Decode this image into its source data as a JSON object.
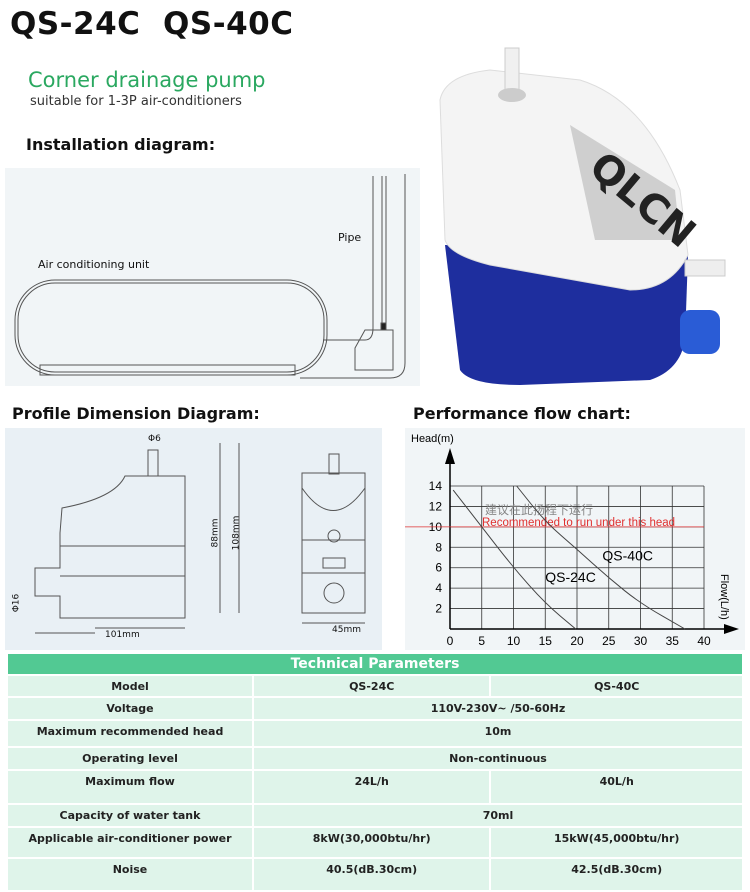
{
  "header": {
    "title": "QS-24C  QS-40C",
    "subtitle": "Corner drainage pump",
    "tagline": "suitable for 1-3P air-conditioners"
  },
  "installation": {
    "heading": "Installation diagram:",
    "pipe_label": "Pipe",
    "unit_label": "Air conditioning unit"
  },
  "product_photo": {
    "brand": "QLCN"
  },
  "profile": {
    "heading": "Profile Dimension Diagram:",
    "phi6": "Φ6",
    "phi16": "Φ16",
    "h88": "88mm",
    "h108": "108mm",
    "w101": "101mm",
    "w45": "45mm"
  },
  "performance": {
    "heading": "Performance flow chart:"
  },
  "chart_data": {
    "type": "line",
    "ylabel": "Head(m)",
    "xlabel": "Flow(L/h)",
    "xlim": [
      0,
      40
    ],
    "ylim": [
      0,
      14
    ],
    "xticks": [
      "0",
      "5",
      "10",
      "15",
      "20",
      "25",
      "30",
      "35",
      "40"
    ],
    "yticks": [
      "2",
      "4",
      "6",
      "8",
      "10",
      "12",
      "14"
    ],
    "grid": true,
    "reference_line": {
      "y": 10,
      "label_cn": "建议在此扬程下运行",
      "label_en": "Recommended to run under this head",
      "color": "#e03030"
    },
    "series": [
      {
        "name": "QS-24C",
        "x": [
          0.5,
          5,
          10,
          15,
          19.8
        ],
        "y": [
          13.6,
          10,
          6,
          2.5,
          0
        ]
      },
      {
        "name": "QS-40C",
        "x": [
          10.5,
          15,
          20,
          25,
          30,
          37
        ],
        "y": [
          14,
          10.5,
          7.8,
          5,
          2.5,
          0
        ]
      }
    ]
  },
  "table": {
    "title": "Technical Parameters",
    "rows": [
      {
        "label": "Model",
        "a": "QS-24C",
        "b": "QS-40C"
      },
      {
        "label": "Voltage",
        "v": "110V-230V~ /50-60Hz"
      },
      {
        "label": "Maximum recommended head",
        "v": "10m"
      },
      {
        "label": "Operating level",
        "v": "Non-continuous"
      },
      {
        "label": "Maximum flow",
        "a": "24L/h",
        "b": "40L/h"
      },
      {
        "label": "Capacity of water tank",
        "v": "70ml"
      },
      {
        "label": "Applicable air-conditioner power",
        "a": "8kW(30,000btu/hr)",
        "b": "15kW(45,000btu/hr)"
      },
      {
        "label": "Noise",
        "a": "40.5(dB.30cm)",
        "b": "42.5(dB.30cm)"
      }
    ]
  },
  "colors": {
    "accent": "#52c993",
    "row_bg": "#dff4ea",
    "subtitle": "#2aa860",
    "tank": "#2233aa"
  }
}
